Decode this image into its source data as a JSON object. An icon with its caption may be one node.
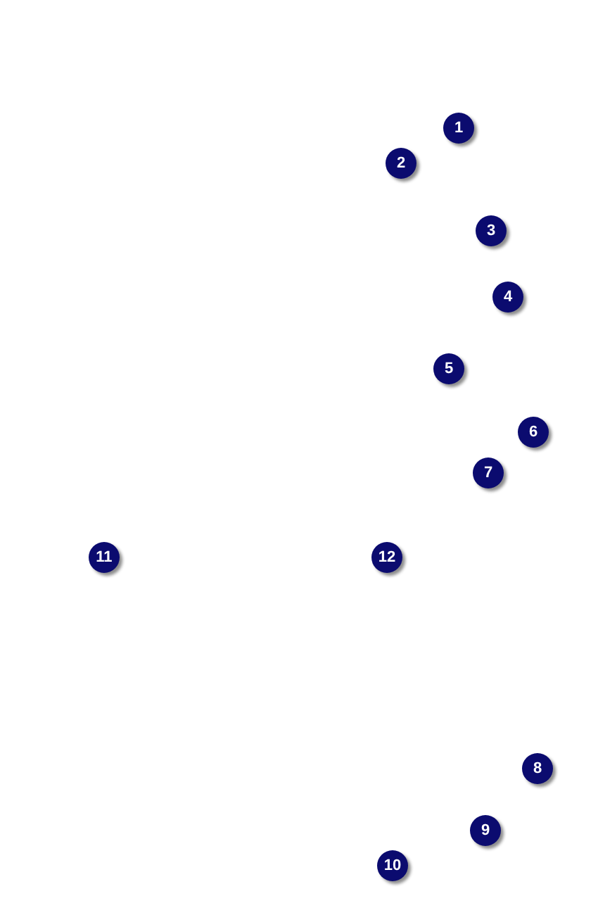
{
  "diagram": {
    "labels": [
      "1",
      "2",
      "3",
      "4",
      "5",
      "6",
      "7",
      "11",
      "12",
      "8",
      "9",
      "10"
    ]
  }
}
